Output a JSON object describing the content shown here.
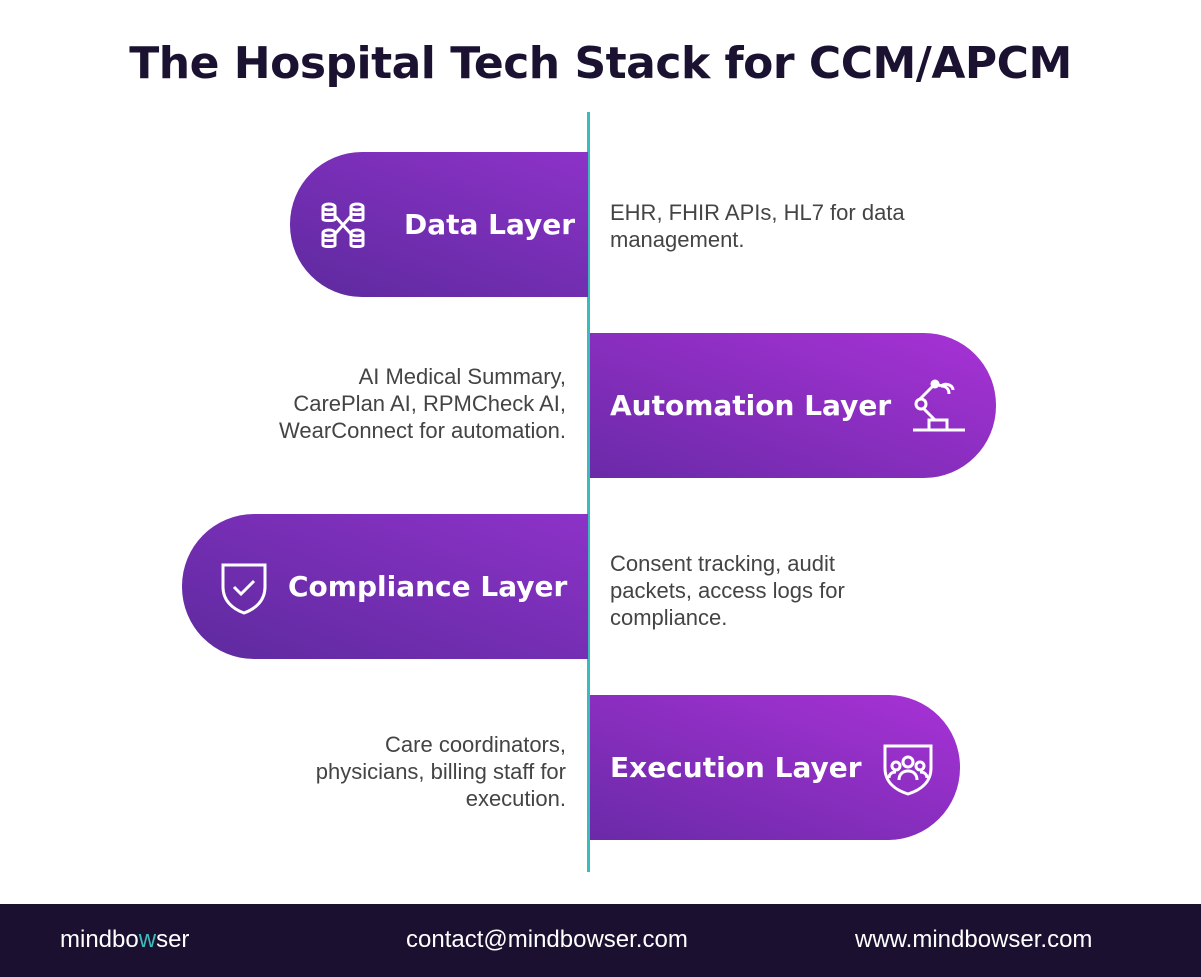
{
  "title": "The Hospital Tech Stack for CCM/APCM",
  "layers": [
    {
      "label": "Data Layer",
      "icon": "database-network-icon",
      "description": [
        "EHR, FHIR APIs, HL7 for data",
        "management."
      ]
    },
    {
      "label": "Automation Layer",
      "icon": "robot-arm-icon",
      "description": [
        "AI Medical Summary,",
        "CarePlan AI, RPMCheck AI,",
        "WearConnect for automation."
      ]
    },
    {
      "label": "Compliance Layer",
      "icon": "shield-check-icon",
      "description": [
        "Consent tracking, audit",
        "packets, access logs for",
        "compliance."
      ]
    },
    {
      "label": "Execution Layer",
      "icon": "team-shield-icon",
      "description": [
        "Care coordinators,",
        "physicians, billing staff for",
        "execution."
      ]
    }
  ],
  "footer": {
    "logo_a": "mindbo",
    "logo_b": "w",
    "logo_c": "ser",
    "email": "contact@mindbowser.com",
    "website": "www.mindbowser.com"
  },
  "colors": {
    "accent": "#3bbcbc",
    "purple": "#8d32c8",
    "dark": "#1b1030"
  }
}
